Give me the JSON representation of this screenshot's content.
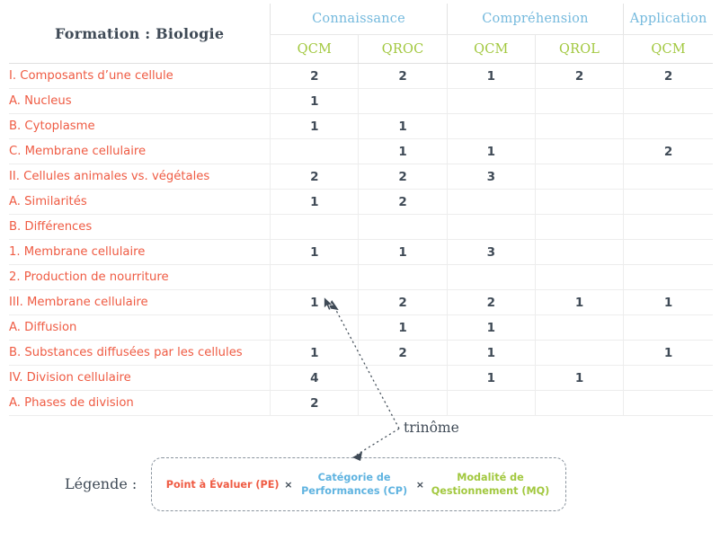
{
  "title": "Formation : Biologie",
  "colors": {
    "label_text": "#ef5b43",
    "category_header": "#74b9dd",
    "modality_header": "#a2c83f",
    "value_text": "#3f4a56",
    "grid": "#ededed",
    "background": "#ffffff"
  },
  "table": {
    "category_headers": [
      {
        "label": "Connaissance",
        "span": 2
      },
      {
        "label": "Compréhension",
        "span": 2
      },
      {
        "label": "Application",
        "span": 1
      }
    ],
    "modality_headers": [
      "QCM",
      "QROC",
      "QCM",
      "QROL",
      "QCM"
    ],
    "rows": [
      {
        "label": "I. Composants d’une cellule",
        "level": 1,
        "values": [
          "2",
          "2",
          "1",
          "2",
          "2"
        ]
      },
      {
        "label": "A. Nucleus",
        "level": 2,
        "values": [
          "1",
          "",
          "",
          "",
          ""
        ]
      },
      {
        "label": "B. Cytoplasme",
        "level": 2,
        "values": [
          "1",
          "1",
          "",
          "",
          ""
        ]
      },
      {
        "label": "C. Membrane cellulaire",
        "level": 2,
        "values": [
          "",
          "1",
          "1",
          "",
          "2"
        ]
      },
      {
        "label": "II. Cellules animales vs. végétales",
        "level": 1,
        "values": [
          "2",
          "2",
          "3",
          "",
          ""
        ]
      },
      {
        "label": "A. Similarités",
        "level": 2,
        "values": [
          "1",
          "2",
          "",
          "",
          ""
        ]
      },
      {
        "label": "B. Différences",
        "level": 2,
        "values": [
          "",
          "",
          "",
          "",
          ""
        ]
      },
      {
        "label": "1. Membrane cellulaire",
        "level": 3,
        "values": [
          "1",
          "1",
          "3",
          "",
          ""
        ]
      },
      {
        "label": "2. Production de nourriture",
        "level": 3,
        "values": [
          "",
          "",
          "",
          "",
          ""
        ]
      },
      {
        "label": "III. Membrane cellulaire",
        "level": 1,
        "values": [
          "1",
          "2",
          "2",
          "1",
          "1"
        ]
      },
      {
        "label": "A. Diffusion",
        "level": 2,
        "values": [
          "",
          "1",
          "1",
          "",
          ""
        ]
      },
      {
        "label": "B. Substances diffusées par les cellules",
        "level": 2,
        "values": [
          "1",
          "2",
          "1",
          "",
          "1"
        ]
      },
      {
        "label": "IV. Division cellulaire",
        "level": 1,
        "values": [
          "4",
          "",
          "1",
          "1",
          ""
        ]
      },
      {
        "label": "A. Phases de division",
        "level": 2,
        "values": [
          "2",
          "",
          "",
          "",
          ""
        ]
      }
    ]
  },
  "legend": {
    "label": "Légende :",
    "terms": [
      {
        "text": "Point à Évaluer (PE)",
        "color_key": "pe"
      },
      {
        "text": "Catégorie de Performances (CP)",
        "color_key": "cp"
      },
      {
        "text": "Modalité de Qestionnement (MQ)",
        "color_key": "mq"
      }
    ],
    "operator": "×"
  },
  "annotation": {
    "trinome_label": "trinôme"
  }
}
